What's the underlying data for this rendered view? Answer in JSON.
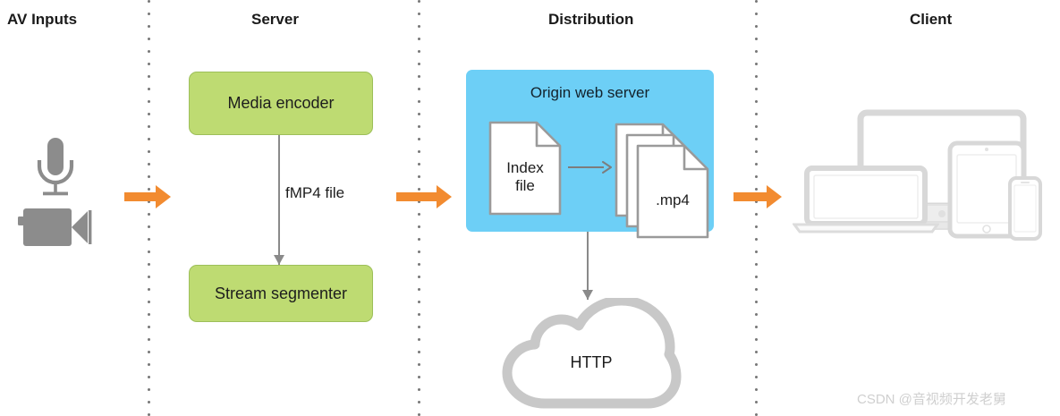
{
  "diagram": {
    "title_bar_colors": {
      "green_fill": "#BEDB72",
      "green_stroke": "#9DBF5A",
      "blue_fill": "#6DCFF6",
      "orange_arrow": "#F28B30",
      "gray_icon": "#8c8c8c",
      "device_gray": "#D4D4D4",
      "cloud_gray": "#C8C8C8",
      "divider_dot": "#7a7a7a"
    },
    "columns": [
      {
        "label": "AV Inputs",
        "align": "left"
      },
      {
        "label": "Server",
        "align": "center"
      },
      {
        "label": "Distribution",
        "align": "center"
      },
      {
        "label": "Client",
        "align": "center"
      }
    ],
    "av_inputs": {
      "microphone_icon": "microphone-icon",
      "camera_icon": "video-camera-icon"
    },
    "server": {
      "encoder_label": "Media encoder",
      "segmenter_label": "Stream segmenter",
      "edge_label": "fMP4 file"
    },
    "distribution": {
      "origin_title": "Origin web server",
      "index_file_line1": "Index",
      "index_file_line2": "file",
      "mp4_label": ".mp4",
      "cloud_label": "HTTP"
    },
    "client": {
      "devices": [
        "desktop-display-icon",
        "laptop-icon",
        "tablet-icon",
        "smartphone-icon"
      ]
    },
    "arrows": {
      "stage_arrow_icon": "arrow-right-icon",
      "flow_arrow_icon": "arrow-down-icon",
      "file_arrow_icon": "arrow-right-thin-icon",
      "count": 3
    },
    "watermark": "CSDN @音视频开发老舅"
  }
}
